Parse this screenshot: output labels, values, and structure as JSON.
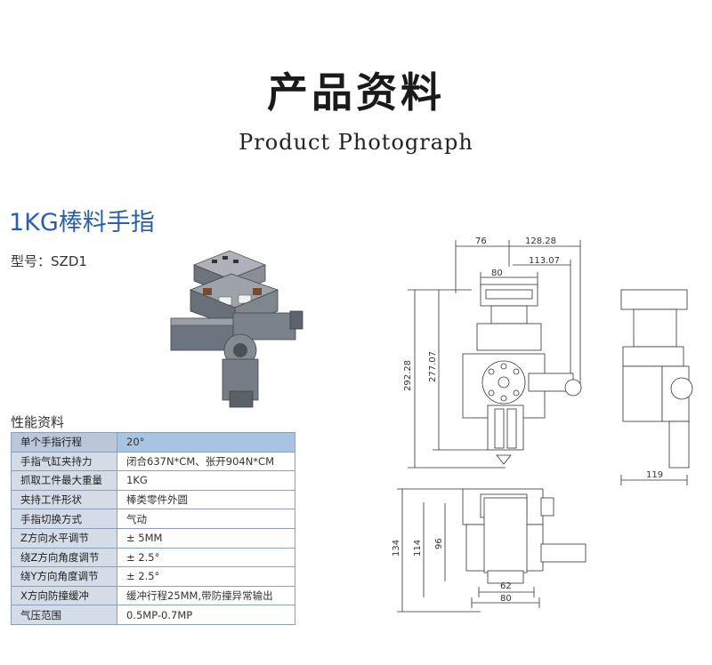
{
  "header": {
    "title_cn": "产品资料",
    "title_en": "Product Photograph"
  },
  "product": {
    "name": "1KG棒料手指",
    "model_label": "型号：",
    "model_value": "SZD1"
  },
  "specs": {
    "heading": "性能资料",
    "rows": [
      {
        "label": "单个手指行程",
        "value": "20°"
      },
      {
        "label": "手指气缸夹持力",
        "value": "闭合637N*CM、张开904N*CM"
      },
      {
        "label": "抓取工件最大重量",
        "value": "1KG"
      },
      {
        "label": "夹持工件形状",
        "value": "棒类零件外圆"
      },
      {
        "label": "手指切换方式",
        "value": "气动"
      },
      {
        "label": "Z方向水平调节",
        "value": "± 5MM"
      },
      {
        "label": "绕Z方向角度调节",
        "value": "± 2.5°"
      },
      {
        "label": "绕Y方向角度调节",
        "value": "± 2.5°"
      },
      {
        "label": "X方向防撞缓冲",
        "value": "缓冲行程25MM,带防撞异常输出"
      },
      {
        "label": "气压范围",
        "value": "0.5MP-0.7MP"
      }
    ]
  },
  "drawing": {
    "dim_76": "76",
    "dim_128": "128.28",
    "dim_113": "113.07",
    "dim_80_top": "80",
    "dim_292": "292.28",
    "dim_277": "277.07",
    "dim_119": "119",
    "dim_134": "134",
    "dim_114": "114",
    "dim_96": "96",
    "dim_62": "62",
    "dim_80_bottom": "80"
  }
}
